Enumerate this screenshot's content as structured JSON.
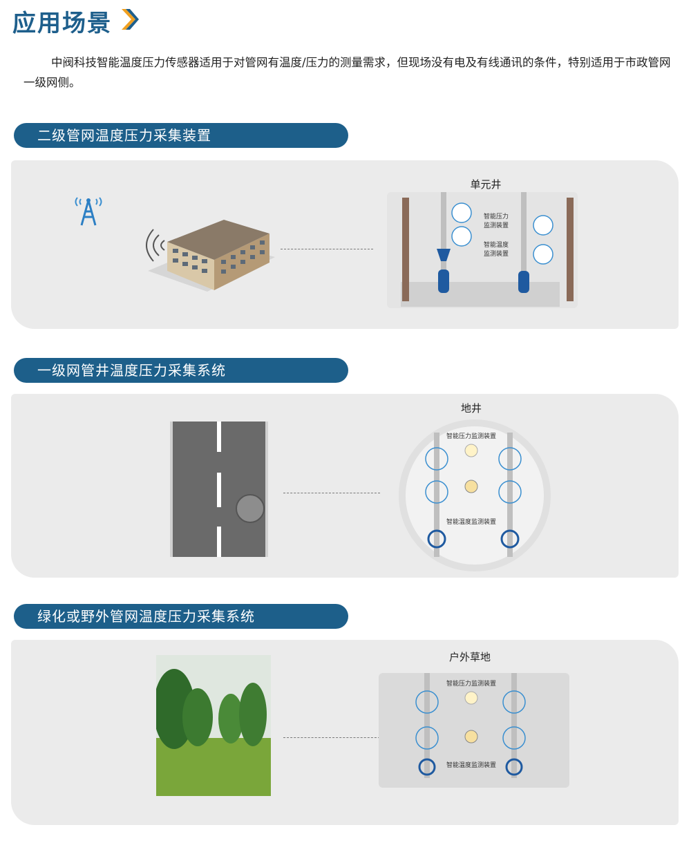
{
  "page": {
    "title": "应用场景",
    "intro": "中阀科技智能温度压力传感器适用于对管网有温度/压力的测量需求，但现场没有电及有线通讯的条件，特别适用于市政管网一级网侧。"
  },
  "sections": [
    {
      "header": "二级管网温度压力采集装置",
      "location_label": "单元井",
      "labels": {
        "pressure": "智能压力监测装置",
        "temperature": "智能温度监测装置",
        "pressure_l1": "智能压力",
        "pressure_l2": "监测装置",
        "temperature_l1": "智能温度",
        "temperature_l2": "监测装置"
      }
    },
    {
      "header": "一级网管井温度压力采集系统",
      "location_label": "地井",
      "labels": {
        "pressure": "智能压力监测装置",
        "temperature": "智能温度监测装置"
      }
    },
    {
      "header": "绿化或野外管网温度压力采集系统",
      "location_label": "户外草地",
      "labels": {
        "pressure": "智能压力监测装置",
        "temperature": "智能温度监测装置"
      }
    }
  ],
  "colors": {
    "brand": "#1d5f8a",
    "panel": "#ebebeb",
    "accent": "#f0a020"
  }
}
